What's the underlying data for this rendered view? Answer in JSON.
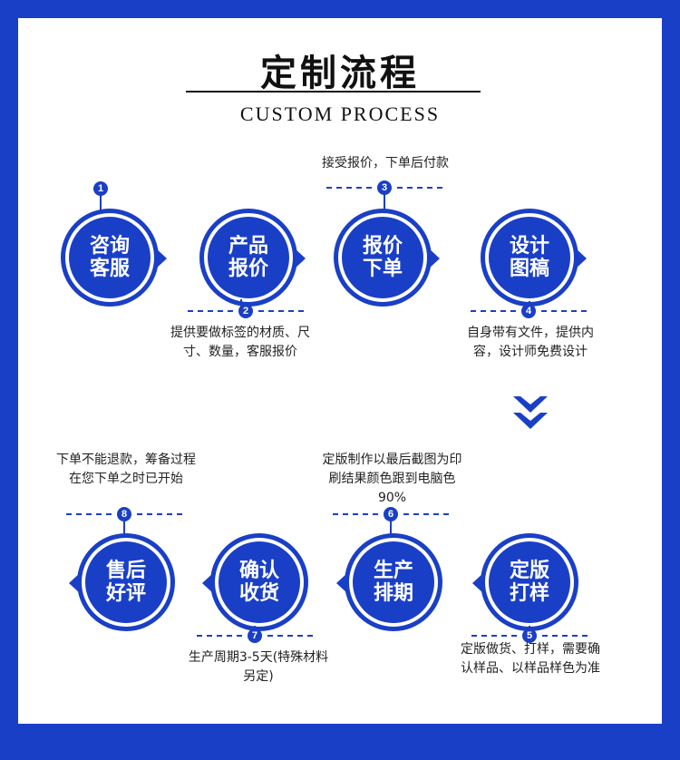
{
  "title": "定制流程",
  "subtitle": "CUSTOM PROCESS",
  "steps": [
    {
      "num": "1",
      "label": "咨询客服",
      "note": ""
    },
    {
      "num": "2",
      "label": "产品报价",
      "note": "提供要做标签的材质、尺寸、数量，客服报价"
    },
    {
      "num": "3",
      "label": "报价下单",
      "note": "接受报价，下单后付款"
    },
    {
      "num": "4",
      "label": "设计图稿",
      "note": "自身带有文件，提供内容，设计师免费设计"
    },
    {
      "num": "5",
      "label": "定版打样",
      "note": "定版做货、打样，需要确认样品、以样品样色为准"
    },
    {
      "num": "6",
      "label": "生产排期",
      "note": "定版制作以最后截图为印刷结果颜色跟到电脑色90%"
    },
    {
      "num": "7",
      "label": "确认收货",
      "note": "生产周期3-5天(特殊材料另定)"
    },
    {
      "num": "8",
      "label": "售后好评",
      "note": "下单不能退款，筹备过程在您下单之时已开始"
    }
  ],
  "colors": {
    "primary": "#1a3fc7",
    "background": "#ffffff"
  },
  "icons": {
    "down_chevron": "double-chevron-down-icon",
    "step_arrow": "triangle-pointer-icon"
  }
}
